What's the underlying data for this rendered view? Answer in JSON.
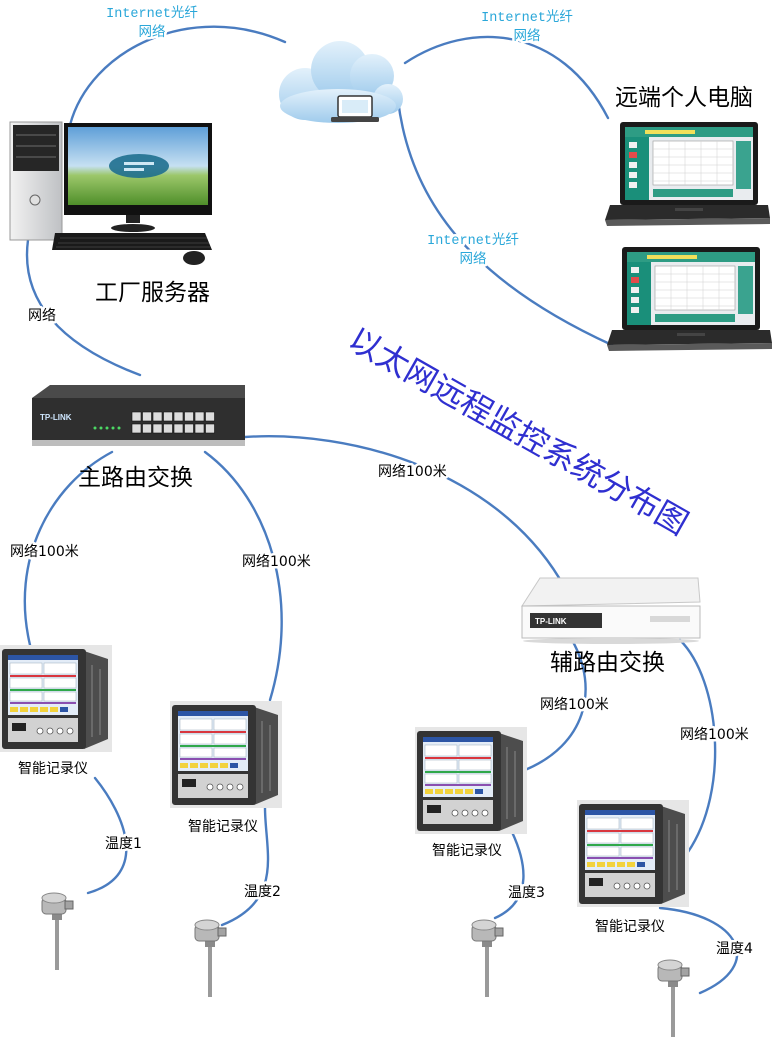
{
  "diagram_title": "以太网远程监控系统分布图",
  "cloud_links": [
    {
      "line1": "Internet光纤",
      "line2": "网络"
    },
    {
      "line1": "Internet光纤",
      "line2": "网络"
    },
    {
      "line1": "Internet光纤",
      "line2": "网络"
    }
  ],
  "remote_pc_label": "远端个人电脑",
  "server": {
    "label": "工厂服务器",
    "link_label": "网络"
  },
  "main_switch": {
    "label": "主路由交换",
    "brand": "TP-LINK"
  },
  "aux_switch": {
    "label": "辅路由交换",
    "brand": "TP-LINK"
  },
  "trunk_link_label": "网络100米",
  "recorders": [
    {
      "label": "智能记录仪",
      "link_label": "网络100米",
      "sensor_label": "温度1"
    },
    {
      "label": "智能记录仪",
      "link_label": "网络100米",
      "sensor_label": "温度2"
    },
    {
      "label": "智能记录仪",
      "link_label": "网络100米",
      "sensor_label": "温度3"
    },
    {
      "label": "智能记录仪",
      "link_label": "网络100米",
      "sensor_label": "温度4"
    }
  ],
  "icons": [
    "cloud-icon",
    "desktop-computer-icon",
    "laptop-icon",
    "network-switch-icon",
    "recorder-icon",
    "temperature-sensor-icon"
  ],
  "colors": {
    "link_line": "#4a7cc0",
    "internet_text": "#2aa7d9",
    "title_text": "#2f2fd0",
    "label_text": "#000000"
  }
}
